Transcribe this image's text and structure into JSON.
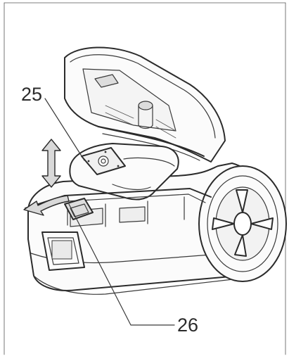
{
  "figure": {
    "callouts": [
      {
        "id": "25",
        "label": "25"
      },
      {
        "id": "26",
        "label": "26"
      }
    ],
    "colors": {
      "line": "#2b2b2b",
      "background": "#ffffff",
      "shade": "#e9e9e9"
    }
  }
}
